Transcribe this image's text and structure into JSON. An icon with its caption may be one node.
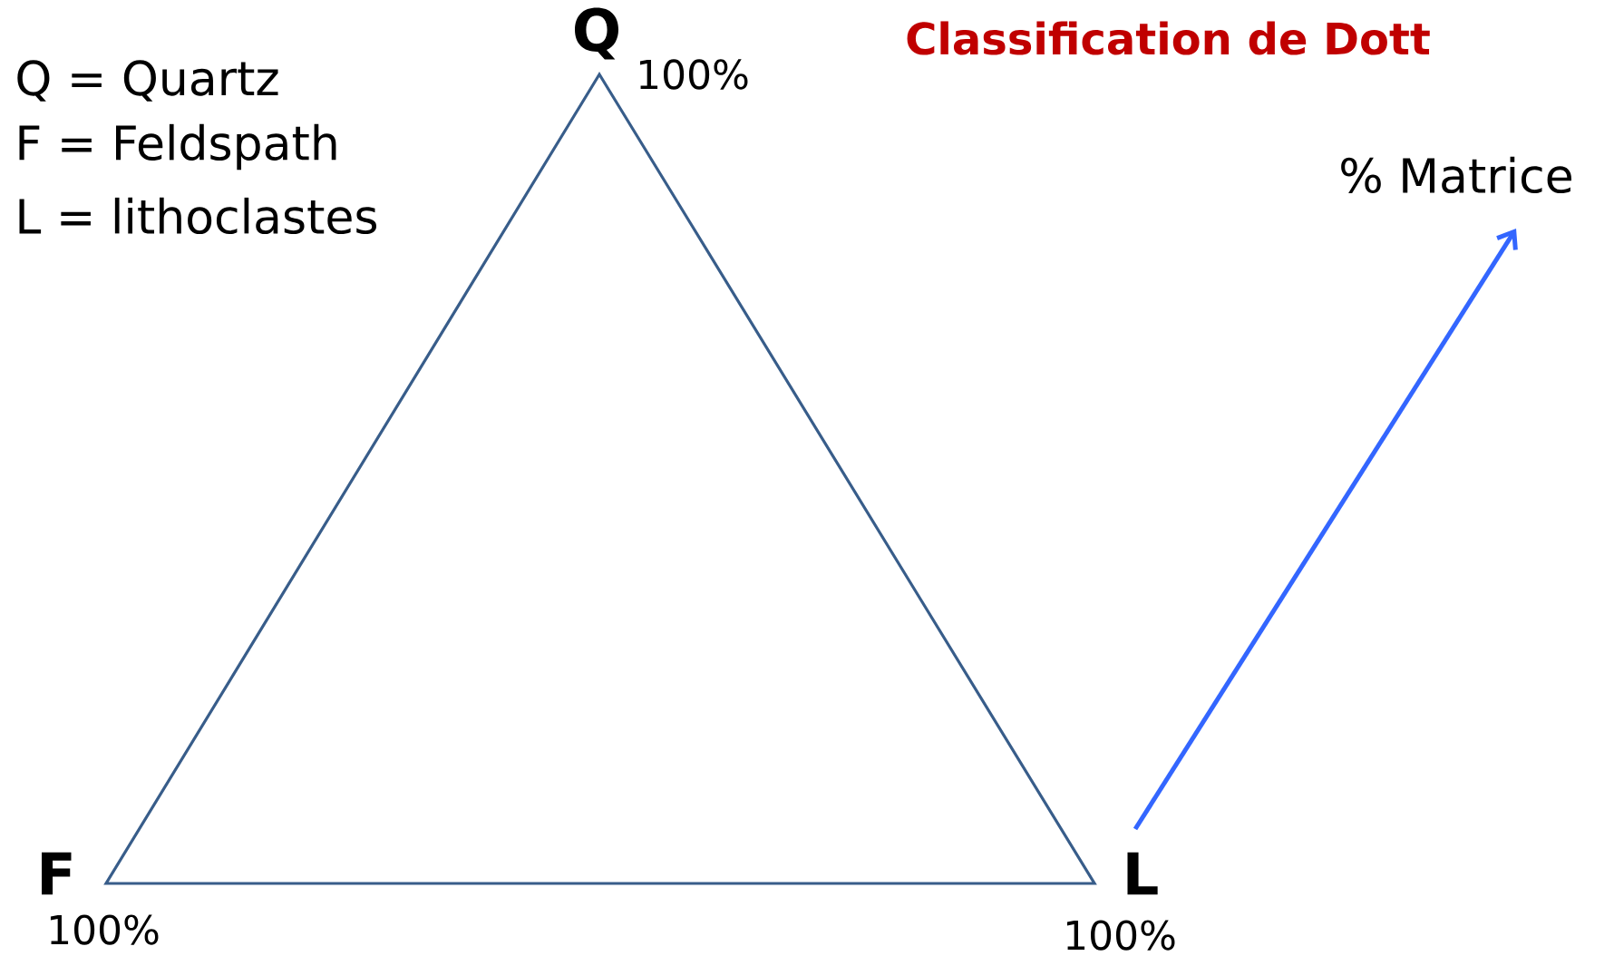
{
  "diagram": {
    "title": "Classification de Dott",
    "labels": [
      "Q",
      "Q = Quartz",
      "100%",
      "F = Feldspath",
      "% Matrice",
      "L = lithoclastes",
      "F",
      "L",
      "100%",
      "100%"
    ]
  }
}
